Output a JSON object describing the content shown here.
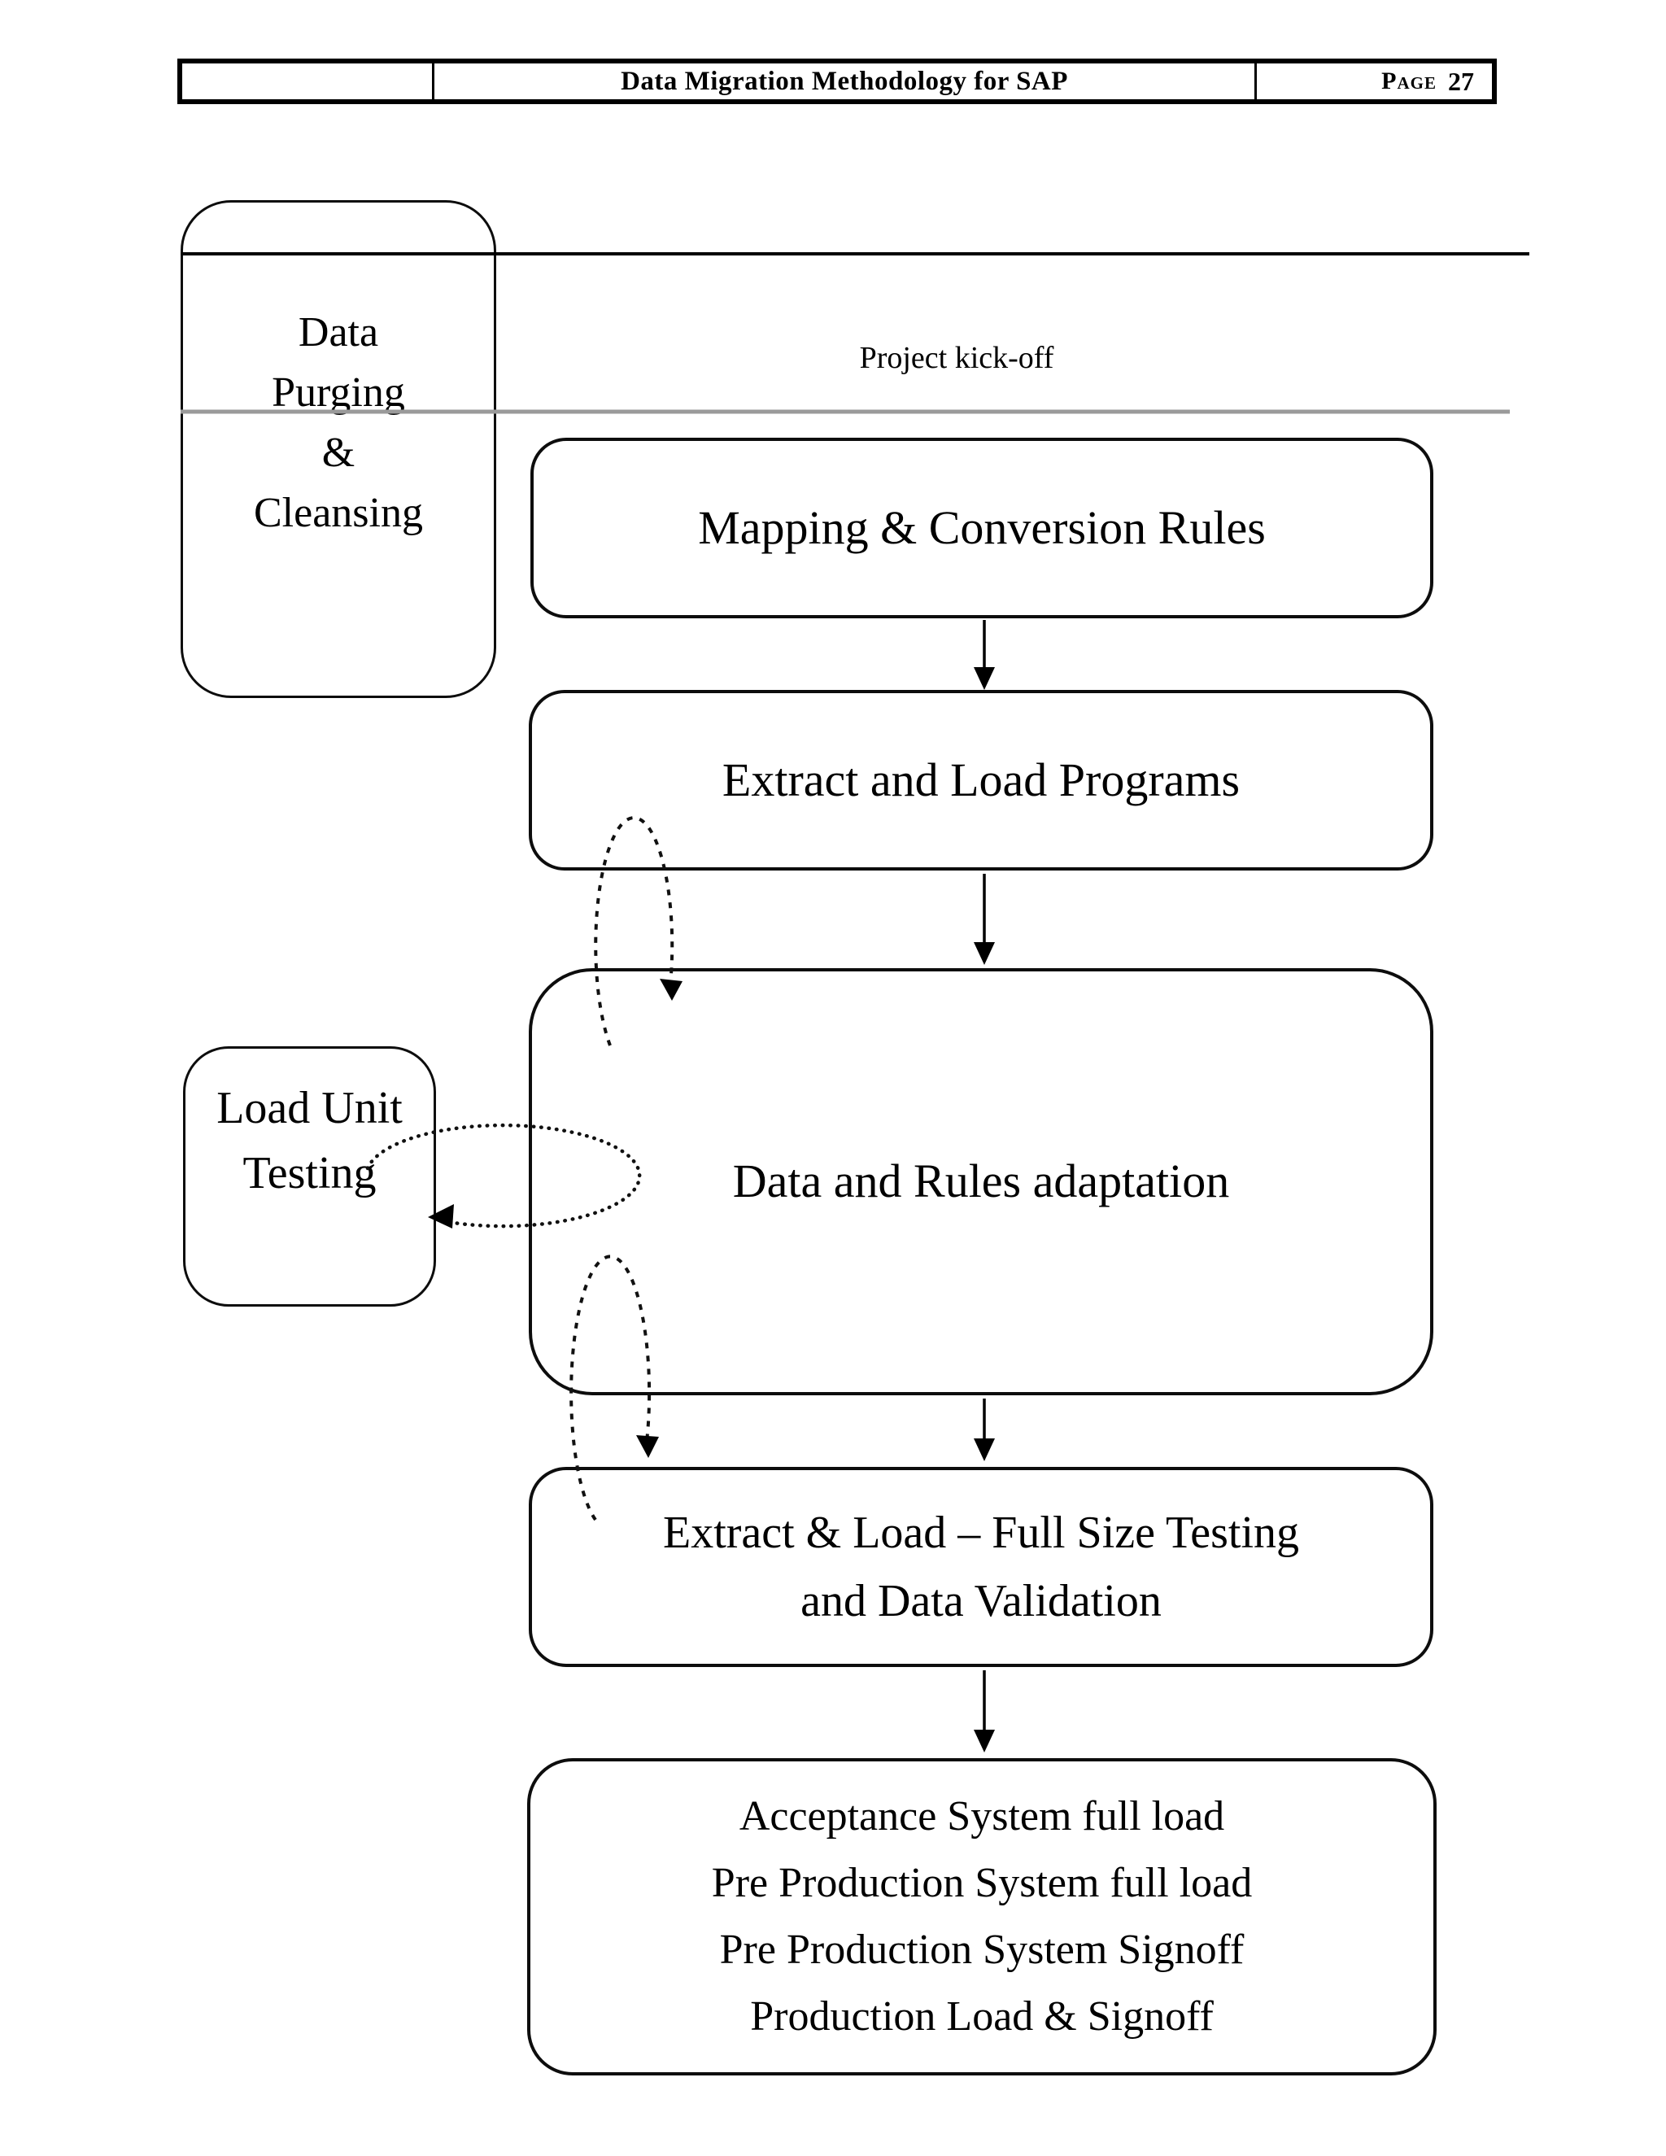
{
  "header": {
    "title": "Data Migration Methodology for SAP",
    "page_label": "Page",
    "page_number": "27"
  },
  "lane": {
    "kickoff_label": "Project kick-off"
  },
  "nodes": {
    "purging": {
      "lines": [
        "Data",
        "Purging",
        "&",
        "Cleansing"
      ]
    },
    "mapping": {
      "label": "Mapping & Conversion Rules"
    },
    "extract": {
      "label": "Extract and Load Programs"
    },
    "adaptation": {
      "label": "Data and Rules adaptation"
    },
    "load_unit": {
      "lines": [
        "Load Unit",
        "Testing"
      ]
    },
    "full_size": {
      "lines": [
        "Extract & Load – Full Size Testing",
        "and Data Validation"
      ]
    },
    "final": {
      "lines": [
        "Acceptance System full load",
        "Pre Production System full load",
        "Pre Production System Signoff",
        "Production Load & Signoff"
      ]
    }
  },
  "colors": {
    "ink": "#000000",
    "lane_divider_gray": "#9a9a9a",
    "background": "#ffffff"
  }
}
